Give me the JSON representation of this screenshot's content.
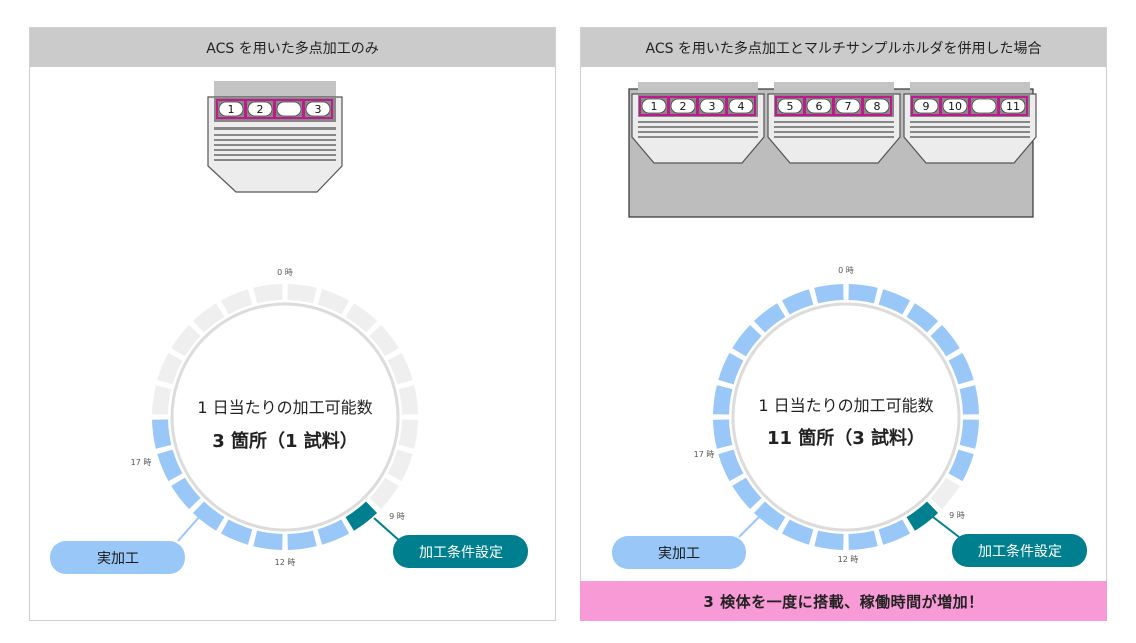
{
  "left_panel": {
    "title": "ACS を用いた多点加工のみ",
    "slots": [
      "1",
      "2",
      "",
      "3"
    ],
    "clock": {
      "label_0": "0 時",
      "label_9": "9 時",
      "label_12": "12 時",
      "label_17": "17 時",
      "center_line1": "1 日当たりの加工可能数",
      "center_line2": "3 箇所（1 試料）",
      "processing_callout": "実加工",
      "setup_callout": "加工条件設定"
    }
  },
  "right_panel": {
    "title": "ACS を用いた多点加工とマルチサンプルホルダを併用した場合",
    "holders": [
      [
        "1",
        "2",
        "3",
        "4"
      ],
      [
        "5",
        "6",
        "7",
        "8"
      ],
      [
        "9",
        "10",
        "",
        "11"
      ]
    ],
    "clock": {
      "label_0": "0 時",
      "label_9": "9 時",
      "label_12": "12 時",
      "label_17": "17 時",
      "center_line1": "1 日当たりの加工可能数",
      "center_line2": "11 箇所（3 試料）",
      "processing_callout": "実加工",
      "setup_callout": "加工条件設定"
    },
    "banner": "3 検体を一度に搭載、稼働時間が増加！"
  },
  "colors": {
    "processing": "#99c7f7",
    "idle": "#efefef",
    "setup": "#00808f",
    "slot_border": "#c0198e",
    "banner": "#f79ad6"
  },
  "left_schedule_hours": {
    "setup": [
      9
    ],
    "processing": [
      10,
      11,
      12,
      13,
      14,
      15,
      16,
      17
    ],
    "idle": [
      0,
      1,
      2,
      3,
      4,
      5,
      6,
      7,
      8,
      18,
      19,
      20,
      21,
      22,
      23
    ]
  },
  "right_schedule_hours": {
    "setup": [
      9
    ],
    "processing": [
      0,
      1,
      2,
      3,
      4,
      5,
      6,
      7,
      10,
      11,
      12,
      13,
      14,
      15,
      16,
      17,
      18,
      19,
      20,
      21,
      22,
      23
    ],
    "idle": [
      8
    ]
  }
}
